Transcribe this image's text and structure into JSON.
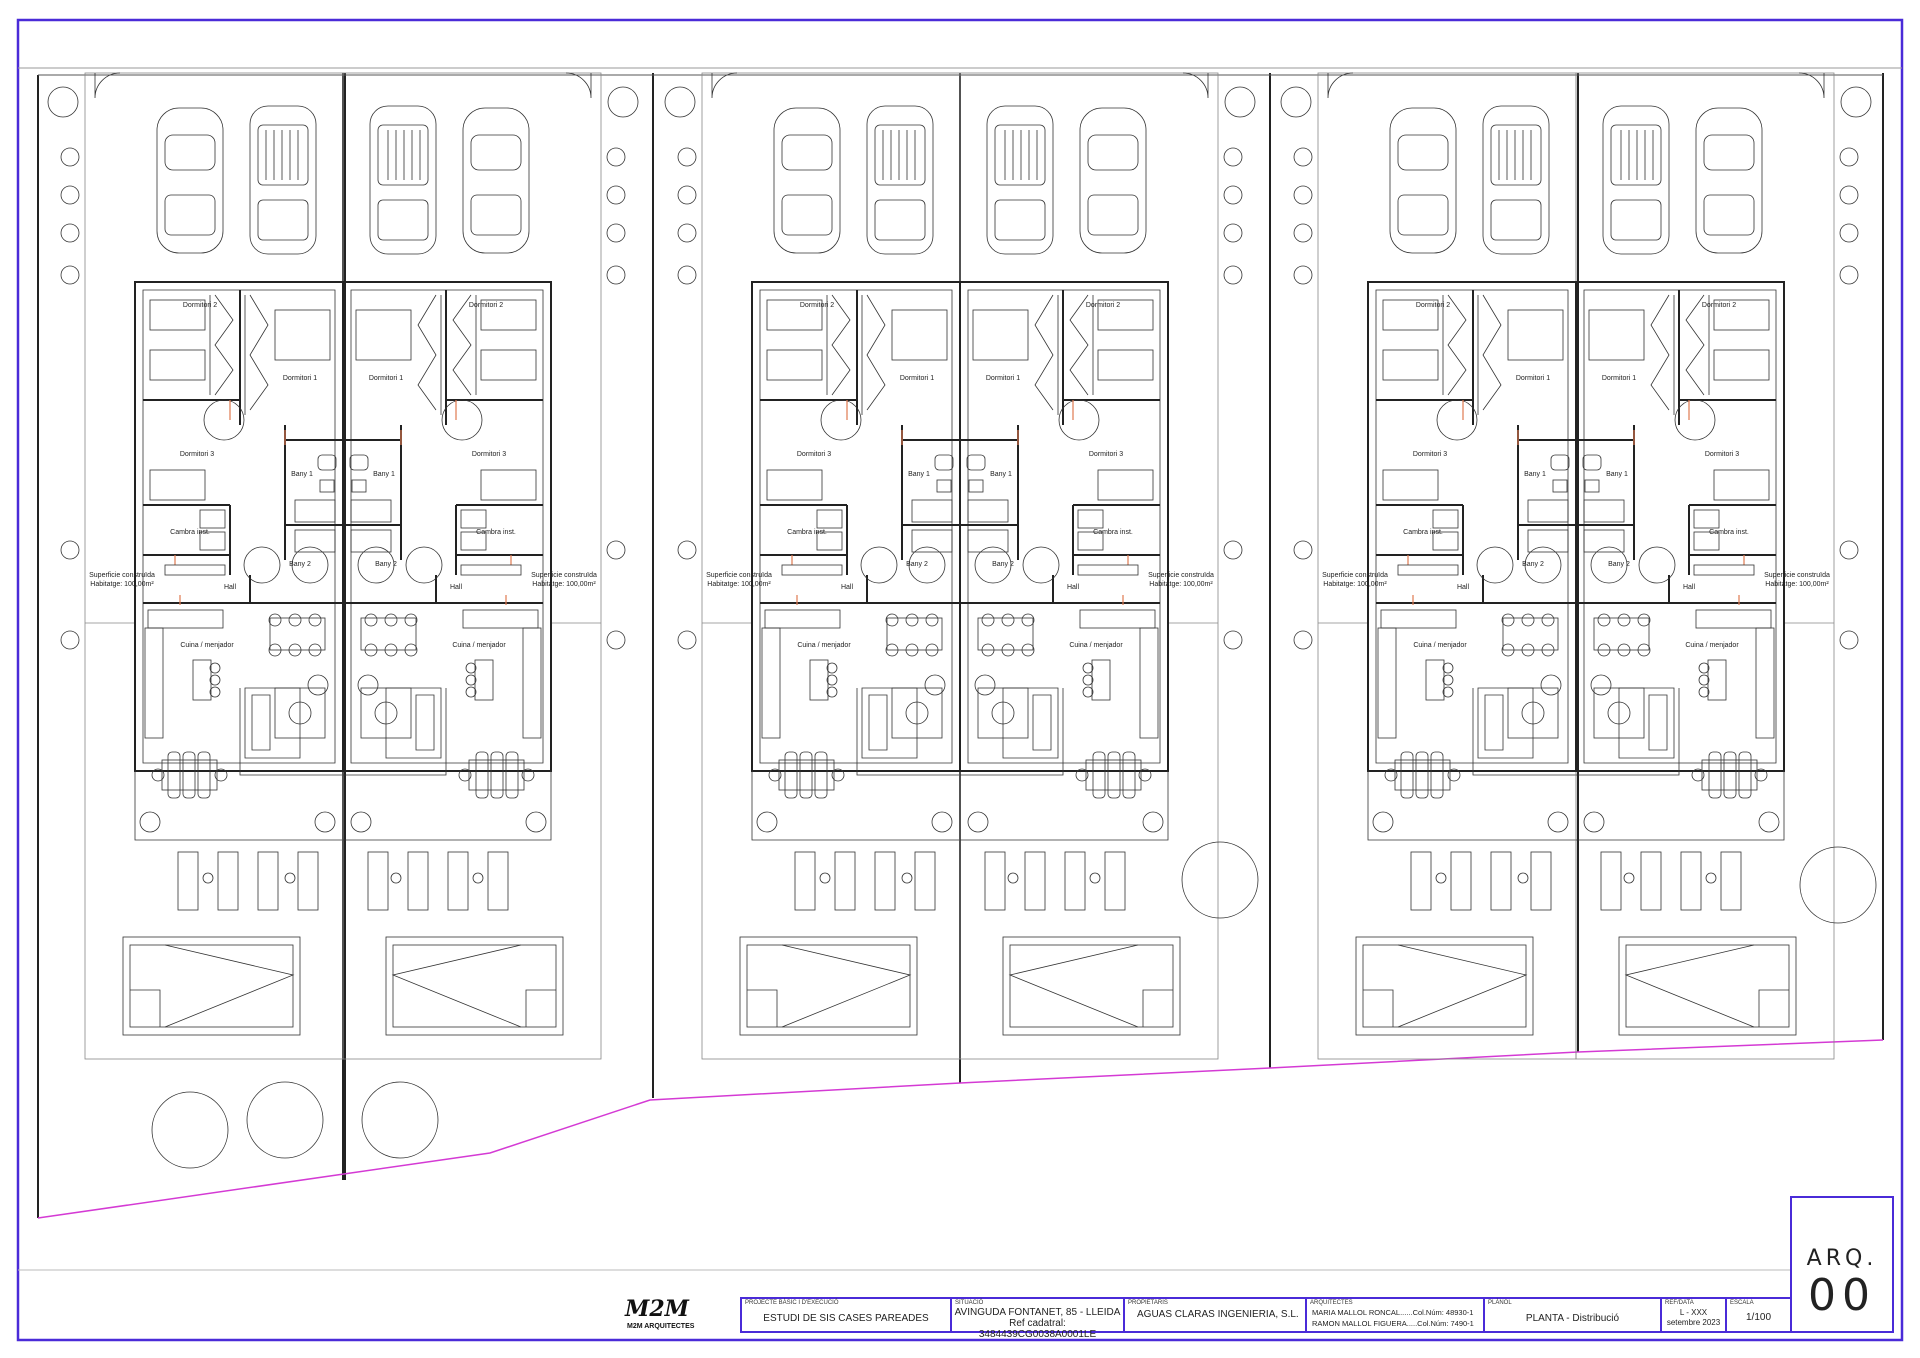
{
  "plan": {
    "rooms": {
      "dormitori_2": "Dormitori 2",
      "dormitori_1": "Dormitori 1",
      "dormitori_3": "Dormitori 3",
      "bany_1": "Bany 1",
      "bany_2": "Bany 2",
      "cambra": "Cambra inst.",
      "hall": "Hall",
      "cuina": "Cuina / menjador"
    },
    "surface_line1": "Superficie construïda",
    "surface_line2": "Habitatge: 100,00m²",
    "units": 6
  },
  "title_block": {
    "logo": "M2M ARQUITECTES",
    "project_caption": "PROJECTE BÀSIC I D'EXECUCIÓ",
    "project": "ESTUDI DE SIS CASES PAREADES",
    "location_caption": "SITUACIÓ",
    "location_line1": "AVINGUDA FONTANET, 85 - LLEIDA",
    "location_line2": "Ref cadatral: 3484439CG0038A0001LE",
    "owners_caption": "PROPIETARIS",
    "owners": "AGUAS CLARAS INGENIERIA, S.L.",
    "architects_caption": "ARQUITECTES",
    "architect_1": "MARIA MALLOL RONCAL......Col.Núm: 48930-1",
    "architect_2": "RAMON MALLOL FIGUERA.....Col.Núm: 7490-1",
    "plan_caption": "PLÀNOL",
    "plan_name": "PLANTA - Distribució",
    "ref_caption": "REF/DATA",
    "ref": "L - XXX",
    "date": "setembre 2023",
    "scale_caption": "ESCALA",
    "scale": "1/100",
    "sheet_prefix": "ARQ.",
    "sheet_number": "00"
  },
  "colors": {
    "frame": "#4a2bd8",
    "boundary": "#d43ad4",
    "door": "#e07a50"
  }
}
